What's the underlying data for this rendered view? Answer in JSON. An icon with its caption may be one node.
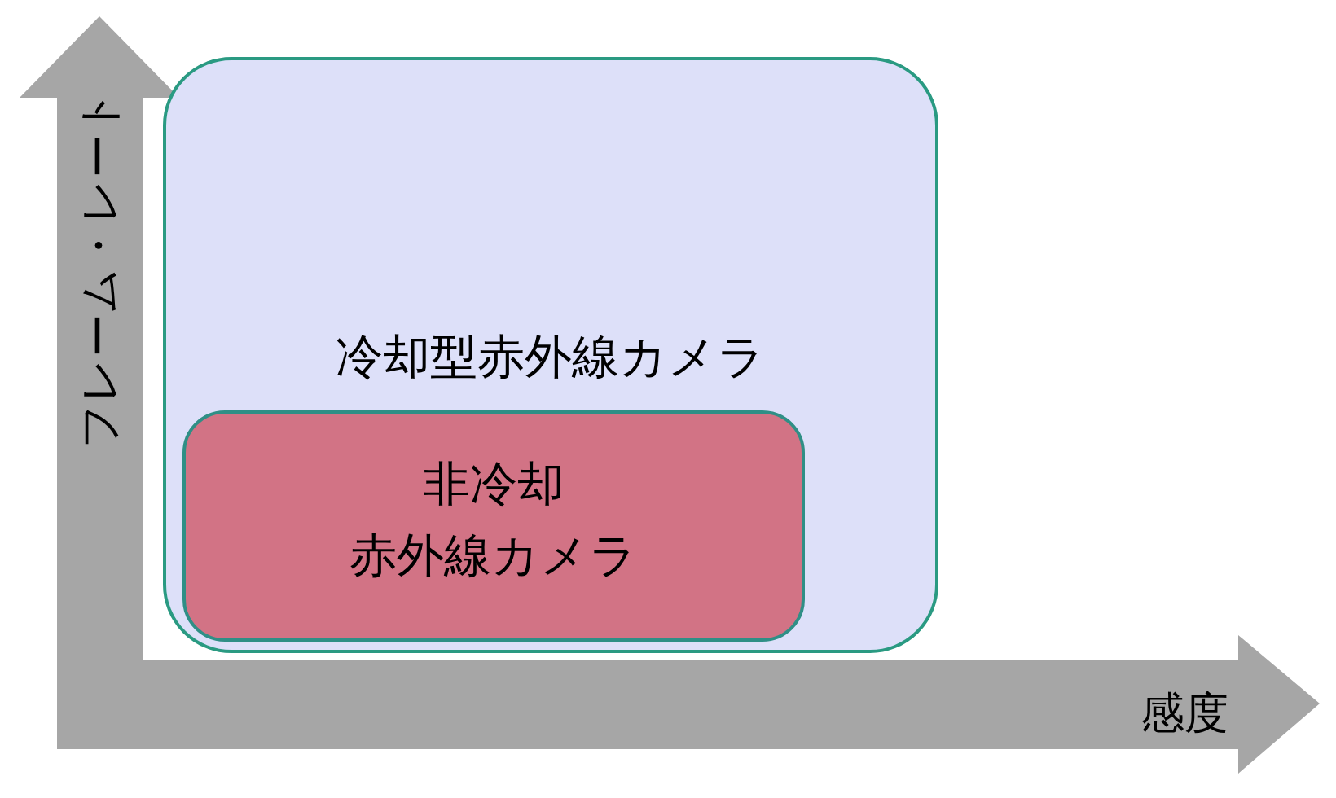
{
  "diagram": {
    "nodes": [
      {
        "text": [
          "冷却型赤外線カメラ"
        ]
      },
      {
        "text": [
          "非冷却",
          "赤外線カメラ"
        ],
        "in": 0
      }
    ],
    "labels": [
      "フレーム・レート",
      "感度"
    ]
  }
}
